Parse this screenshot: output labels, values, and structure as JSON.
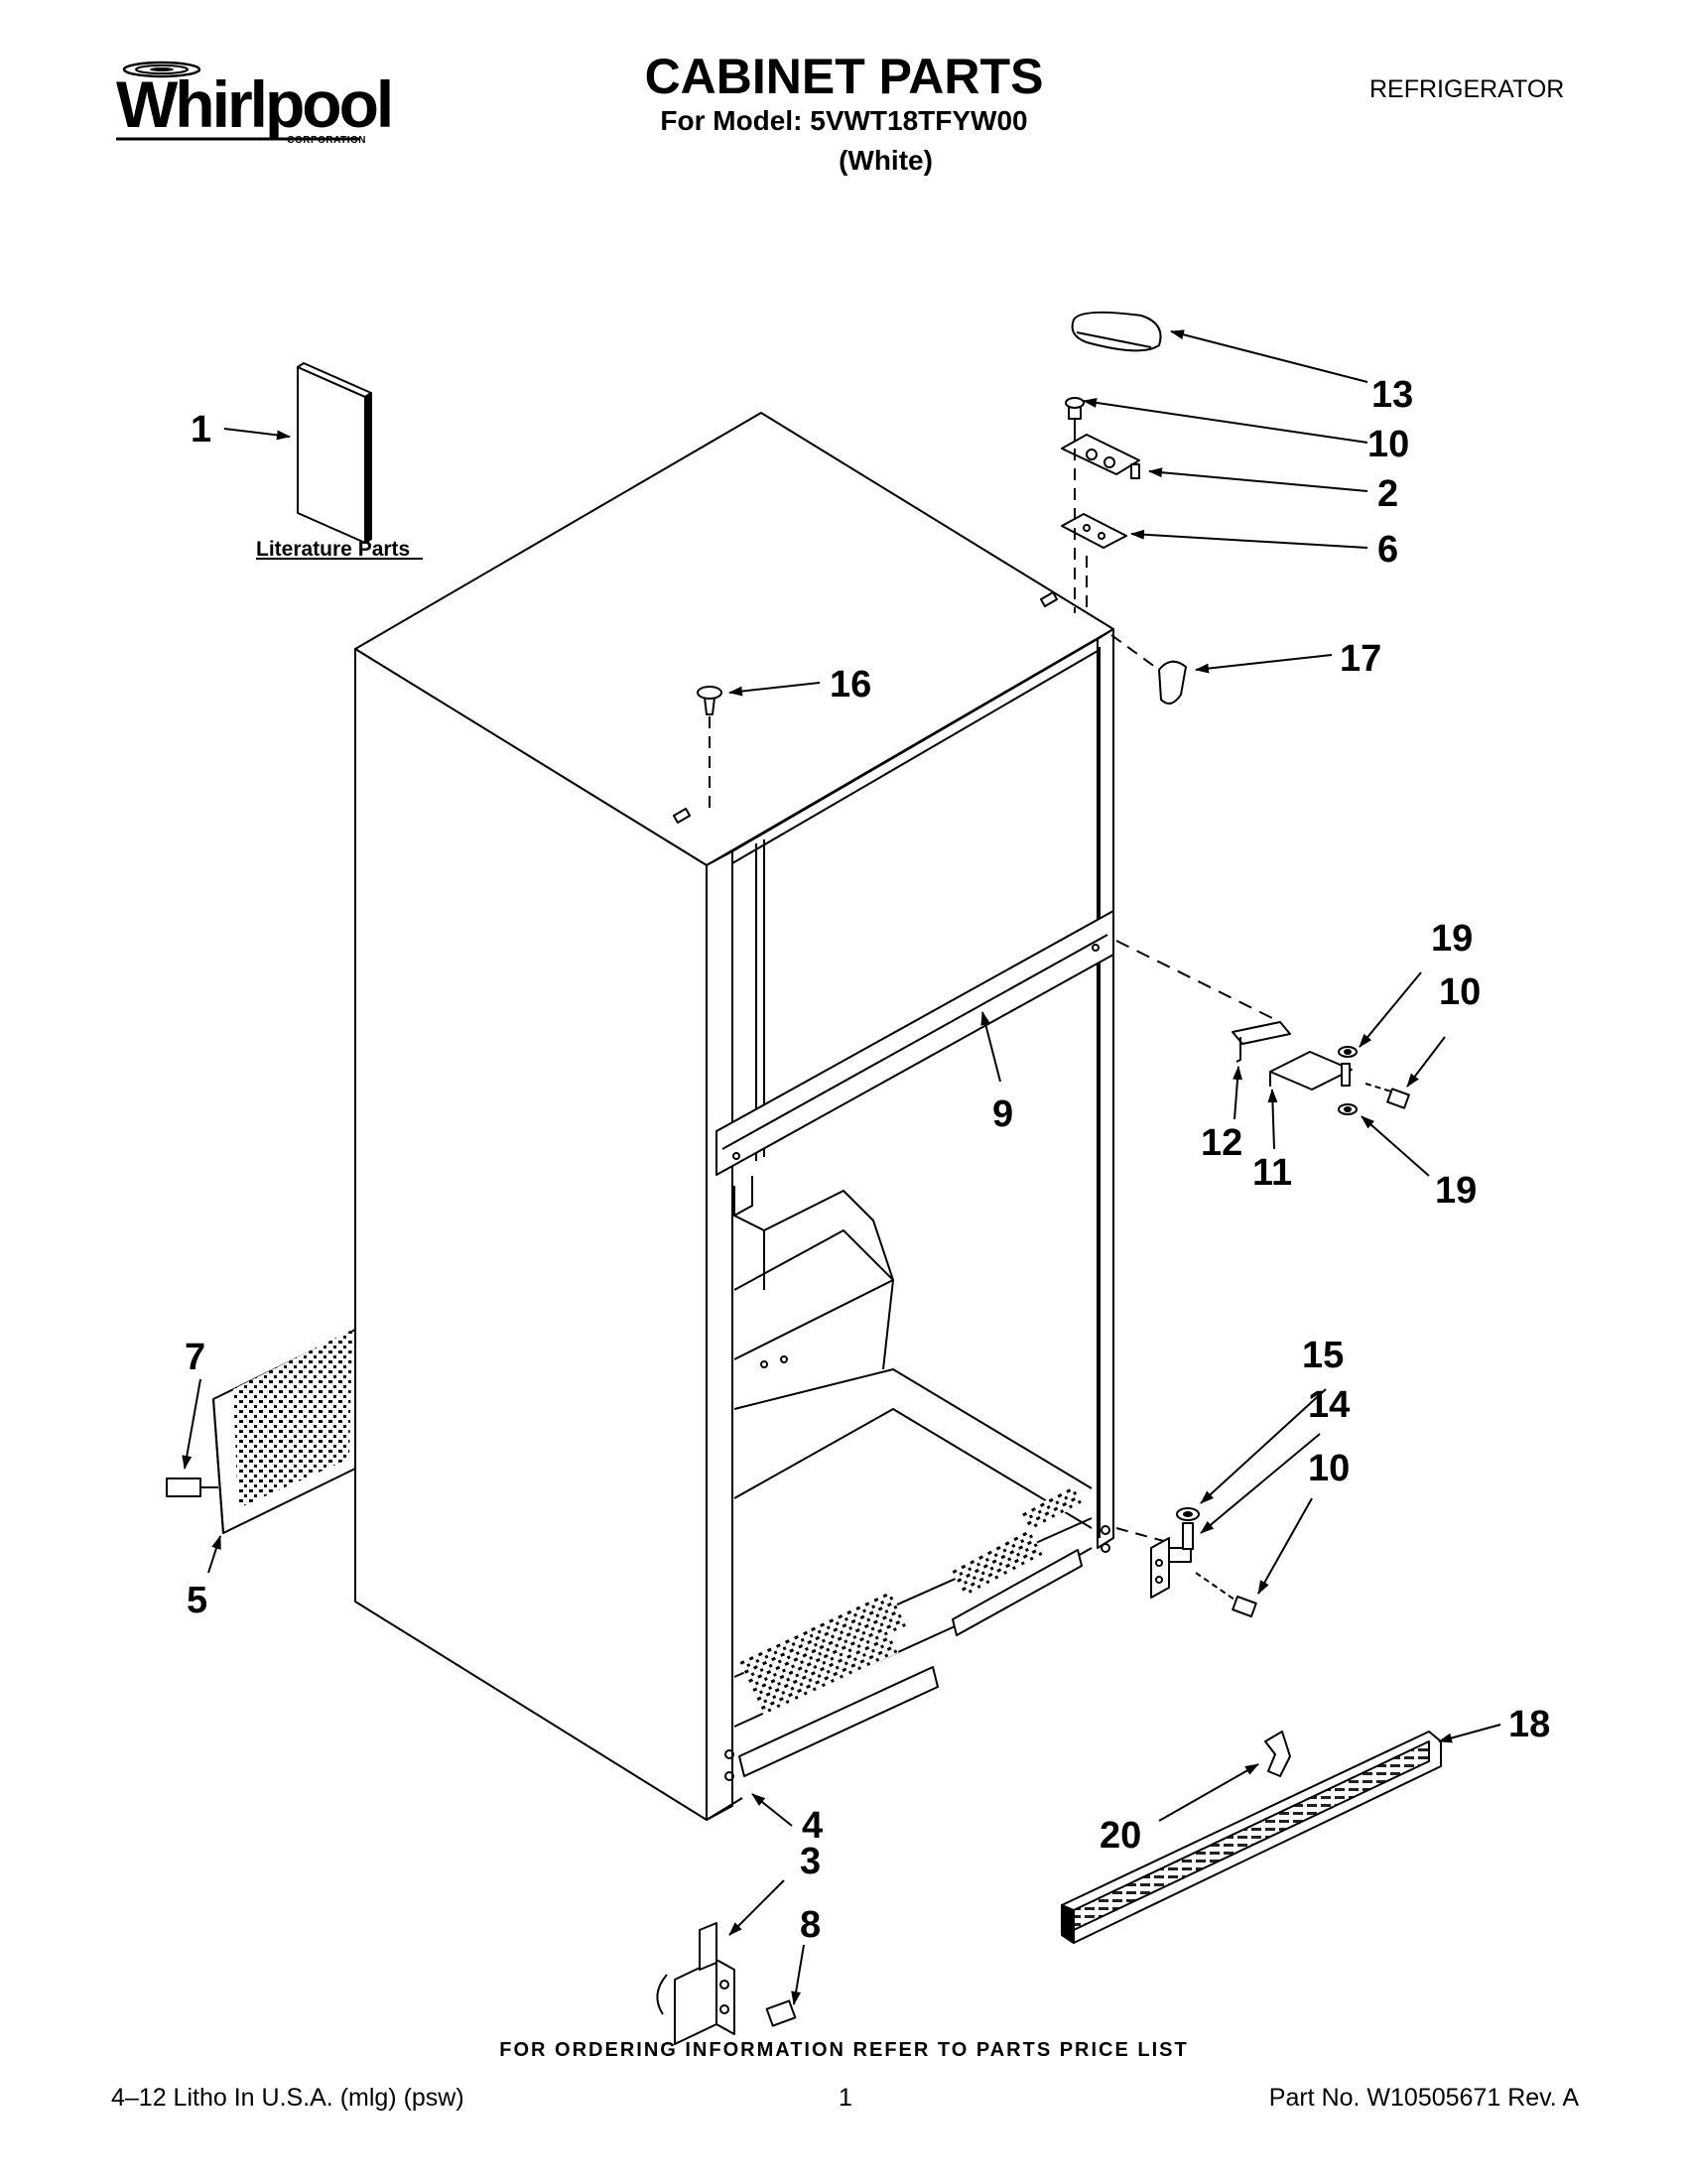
{
  "header": {
    "brand": "Whirlpool",
    "brand_sub": "CORPORATION",
    "title": "CABINET PARTS",
    "model": "For Model: 5VWT18TFYW00",
    "color": "(White)",
    "appliance": "REFRIGERATOR"
  },
  "diagram": {
    "literature_label": "Literature Parts",
    "callouts": {
      "c1": "1",
      "c2": "2",
      "c3": "3",
      "c4": "4",
      "c5": "5",
      "c6": "6",
      "c7": "7",
      "c8": "8",
      "c9": "9",
      "c10a": "10",
      "c10b": "10",
      "c10c": "10",
      "c11": "11",
      "c12": "12",
      "c13": "13",
      "c14": "14",
      "c15": "15",
      "c16": "16",
      "c17": "17",
      "c18": "18",
      "c19a": "19",
      "c19b": "19",
      "c20": "20"
    }
  },
  "footer": {
    "note": "FOR ORDERING INFORMATION REFER TO PARTS PRICE LIST",
    "left": "4–12 Litho In U.S.A. (mlg) (psw)",
    "page": "1",
    "right": "Part No. W10505671 Rev. A"
  }
}
